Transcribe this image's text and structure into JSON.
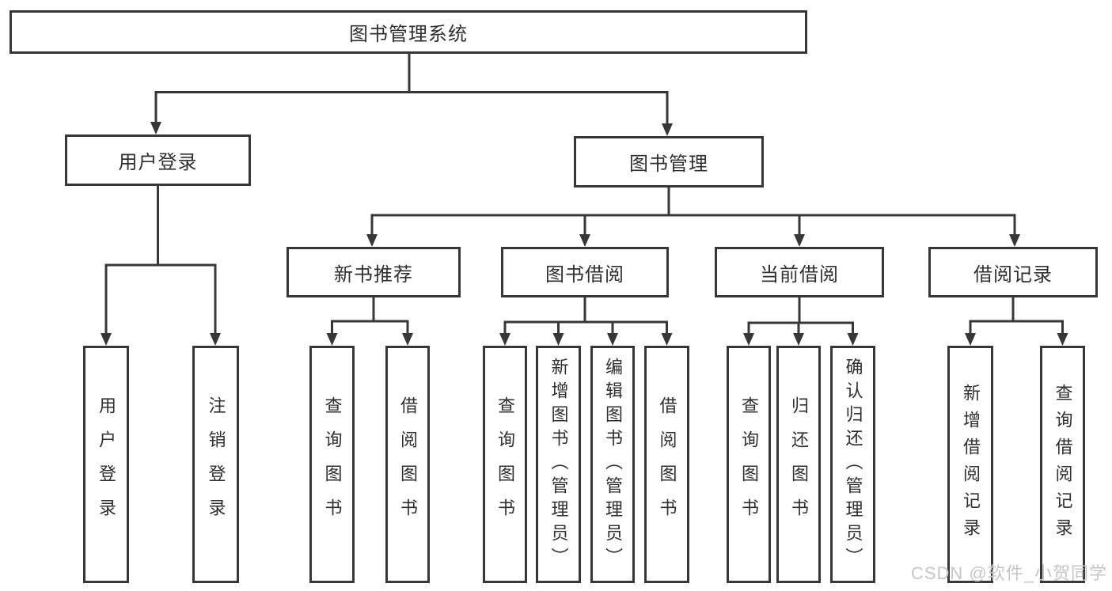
{
  "colors": {
    "line": "#373737",
    "box_border": "#373737",
    "text": "#2f2f2f",
    "watermark": "#c6c6c6",
    "background": "#ffffff"
  },
  "watermark": {
    "text": "CSDN @软件_小贺同学"
  },
  "tree": {
    "root": {
      "label": "图书管理系统"
    },
    "branches": [
      {
        "label": "用户登录",
        "children": [
          {
            "label": "用户登录"
          },
          {
            "label": "注销登录"
          }
        ]
      },
      {
        "label": "图书管理",
        "children": [
          {
            "label": "新书推荐",
            "children": [
              {
                "label": "查询图书"
              },
              {
                "label": "借阅图书"
              }
            ]
          },
          {
            "label": "图书借阅",
            "children": [
              {
                "label": "查询图书"
              },
              {
                "label": "新增图书（管理员）"
              },
              {
                "label": "编辑图书（管理员）"
              },
              {
                "label": "借阅图书"
              }
            ]
          },
          {
            "label": "当前借阅",
            "children": [
              {
                "label": "查询图书"
              },
              {
                "label": "归还图书"
              },
              {
                "label": "确认归还（管理员）"
              }
            ]
          },
          {
            "label": "借阅记录",
            "children": [
              {
                "label": "新增借阅记录"
              },
              {
                "label": "查询借阅记录"
              }
            ]
          }
        ]
      }
    ]
  }
}
